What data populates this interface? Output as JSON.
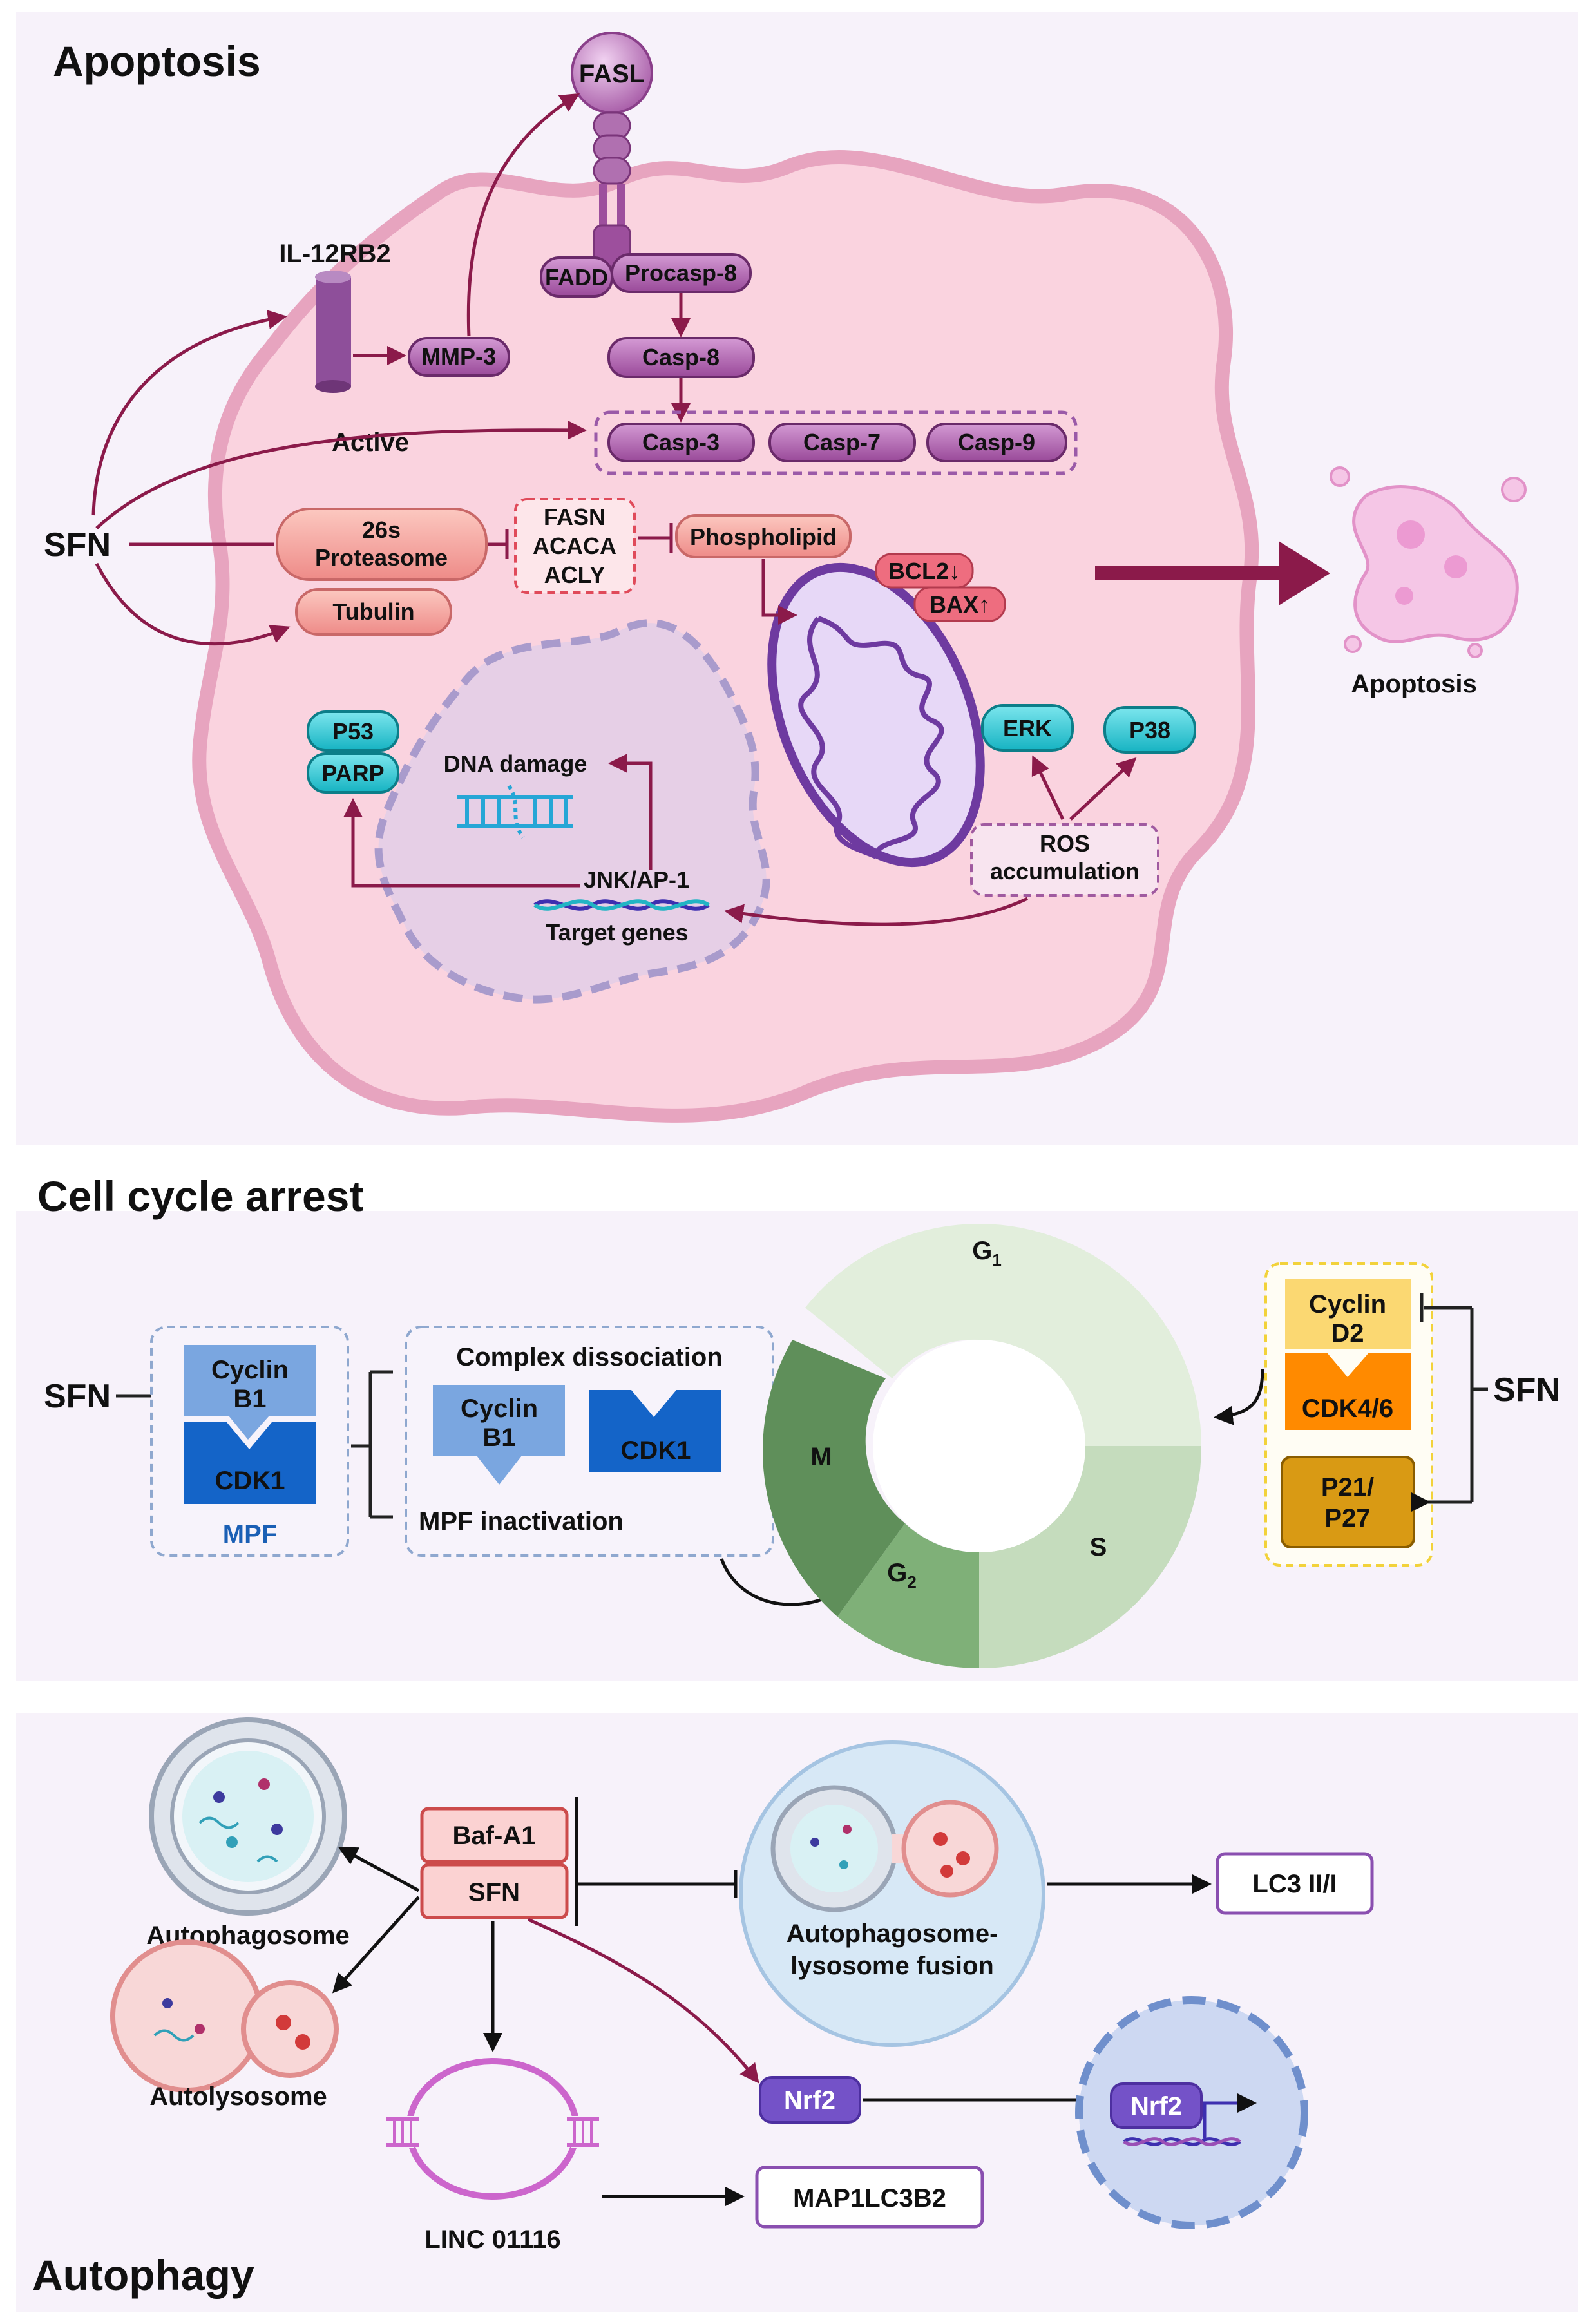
{
  "sections": {
    "apoptosis": "Apoptosis",
    "cell_cycle": "Cell cycle arrest",
    "autophagy": "Autophagy"
  },
  "apoptosis": {
    "sfn": "SFN",
    "fasl": "FASL",
    "il12rb2": "IL-12RB2",
    "mmp3": "MMP-3",
    "fadd": "FADD",
    "procasp8": "Procasp-8",
    "casp8": "Casp-8",
    "casp3": "Casp-3",
    "casp7": "Casp-7",
    "casp9": "Casp-9",
    "active": "Active",
    "proteasome_1": "26s",
    "proteasome_2": "Proteasome",
    "tubulin": "Tubulin",
    "fasn": "FASN",
    "acaca": "ACACA",
    "acly": "ACLY",
    "phospholipid": "Phospholipid",
    "bcl2": "BCL2↓",
    "bax": "BAX↑",
    "erk": "ERK",
    "p38": "P38",
    "ros_1": "ROS",
    "ros_2": "accumulation",
    "p53": "P53",
    "parp": "PARP",
    "dna_damage": "DNA damage",
    "jnk": "JNK/AP-1",
    "target_genes": "Target genes",
    "outcome": "Apoptosis"
  },
  "cell_cycle": {
    "sfn_left": "SFN",
    "sfn_right": "SFN",
    "cyclin_b1_1": "Cyclin",
    "cyclin_b1_2": "B1",
    "cdk1": "CDK1",
    "mpf": "MPF",
    "complex_dissociation": "Complex dissociation",
    "mpf_inactivation": "MPF inactivation",
    "cyclin_d2_1": "Cyclin",
    "cyclin_d2_2": "D2",
    "cdk46": "CDK4/6",
    "p21_1": "P21/",
    "p21_2": "P27",
    "phase_g1": "G",
    "phase_g1_sub": "1",
    "phase_s": "S",
    "phase_g2": "G",
    "phase_g2_sub": "2",
    "phase_m": "M"
  },
  "autophagy": {
    "autophagosome": "Autophagosome",
    "autolysosome": "Autolysosome",
    "bafa1": "Baf-A1",
    "sfn": "SFN",
    "fusion_1": "Autophagosome-",
    "fusion_2": "lysosome fusion",
    "lc3": "LC3 II/I",
    "nrf2": "Nrf2",
    "nrf2_nuc": "Nrf2",
    "linc": "LINC 01116",
    "map1lc3b2": "MAP1LC3B2"
  },
  "colors": {
    "panel_bg": "#f7f2fa",
    "cell_fill": "#fad3df",
    "arrow": "#8b1a4a",
    "purple_pill": "#b060b0",
    "salmon_pill": "#f4a0a0",
    "cyan_pill": "#33c9d6",
    "cycle_light": "#dcebd6",
    "cycle_dark": "#5f8f5a"
  }
}
